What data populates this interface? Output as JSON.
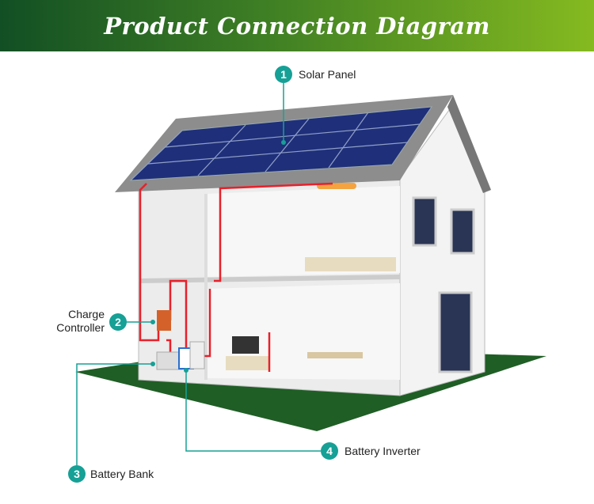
{
  "title": "Product Connection Diagram",
  "callouts": [
    {
      "number": "1",
      "label": "Solar Panel"
    },
    {
      "number": "2",
      "label_line1": "Charge",
      "label_line2": "Controller"
    },
    {
      "number": "3",
      "label": "Battery Bank"
    },
    {
      "number": "4",
      "label": "Battery Inverter"
    }
  ],
  "colors": {
    "accent": "#16a096",
    "wire": "#e8202a",
    "ground": "#1f5e25",
    "panel": "#1f2f7a"
  }
}
